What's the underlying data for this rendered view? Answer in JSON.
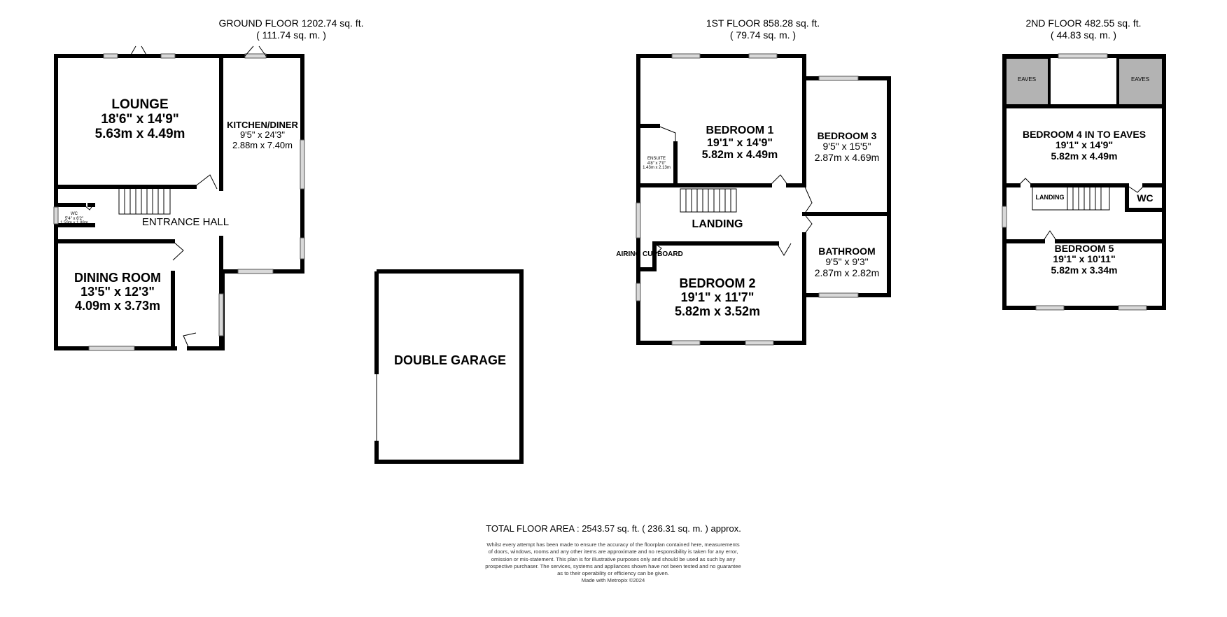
{
  "floors": {
    "ground": {
      "title": "GROUND FLOOR 1202.74 sq. ft.",
      "metric": "( 111.74 sq. m. )"
    },
    "first": {
      "title": "1ST FLOOR 858.28 sq. ft.",
      "metric": "( 79.74 sq. m. )"
    },
    "second": {
      "title": "2ND FLOOR 482.55 sq. ft.",
      "metric": "( 44.83 sq. m. )"
    }
  },
  "rooms": {
    "lounge": {
      "name": "LOUNGE",
      "imperial": "18'6\" x 14'9\"",
      "metric": "5.63m x 4.49m"
    },
    "kitchen": {
      "name": "KITCHEN/DINER",
      "imperial": "9'5\" x 24'3\"",
      "metric": "2.88m x 7.40m"
    },
    "wc_ground": {
      "name": "WC",
      "imperial": "5'4\" x 6'2\"",
      "metric": "1.59m x 1.88m"
    },
    "entrance_hall": {
      "name": "ENTRANCE HALL"
    },
    "dining": {
      "name": "DINING ROOM",
      "imperial": "13'5\" x 12'3\"",
      "metric": "4.09m x 3.73m"
    },
    "garage": {
      "name": "DOUBLE GARAGE"
    },
    "ensuite": {
      "name": "ENSUITE",
      "imperial": "4'8\" x 7'0\"",
      "metric": "1.43m x 2.13m"
    },
    "bedroom1": {
      "name": "BEDROOM 1",
      "imperial": "19'1\" x 14'9\"",
      "metric": "5.82m x 4.49m"
    },
    "bedroom3": {
      "name": "BEDROOM 3",
      "imperial": "9'5\" x 15'5\"",
      "metric": "2.87m x 4.69m"
    },
    "landing1": {
      "name": "LANDING"
    },
    "bathroom": {
      "name": "BATHROOM",
      "imperial": "9'5\" x 9'3\"",
      "metric": "2.87m x 2.82m"
    },
    "airing": {
      "name": "AIRING CUPBOARD"
    },
    "bedroom2": {
      "name": "BEDROOM 2",
      "imperial": "19'1\" x 11'7\"",
      "metric": "5.82m x 3.52m"
    },
    "eaves_left": {
      "name": "EAVES"
    },
    "eaves_right": {
      "name": "EAVES"
    },
    "bedroom4": {
      "name": "BEDROOM 4 IN TO EAVES",
      "imperial": "19'1\" x 14'9\"",
      "metric": "5.82m x 4.49m"
    },
    "landing2": {
      "name": "LANDING"
    },
    "wc_second": {
      "name": "WC"
    },
    "bedroom5": {
      "name": "BEDROOM 5",
      "imperial": "19'1\" x 10'11\"",
      "metric": "5.82m x 3.34m"
    }
  },
  "total": "TOTAL FLOOR AREA : 2543.57 sq. ft. ( 236.31 sq. m. ) approx.",
  "disclaimer": {
    "line1": "Whilst every attempt has been made to ensure the accuracy of the floorplan contained here, measurements",
    "line2": "of doors, windows, rooms and any other items are approximate and no responsibility is taken for any error,",
    "line3": "omission or mis-statement. This plan is for illustrative purposes only and should be used as such by any",
    "line4": "prospective purchaser. The services, systems and appliances shown have not been tested and no guarantee",
    "line5": "as to their operability or efficiency can be given.",
    "line6": "Made with Metropix ©2024"
  },
  "colors": {
    "wall": "#000000",
    "window": "#d9d9d9",
    "eaves_fill": "#b3b3b3",
    "text": "#000000"
  }
}
